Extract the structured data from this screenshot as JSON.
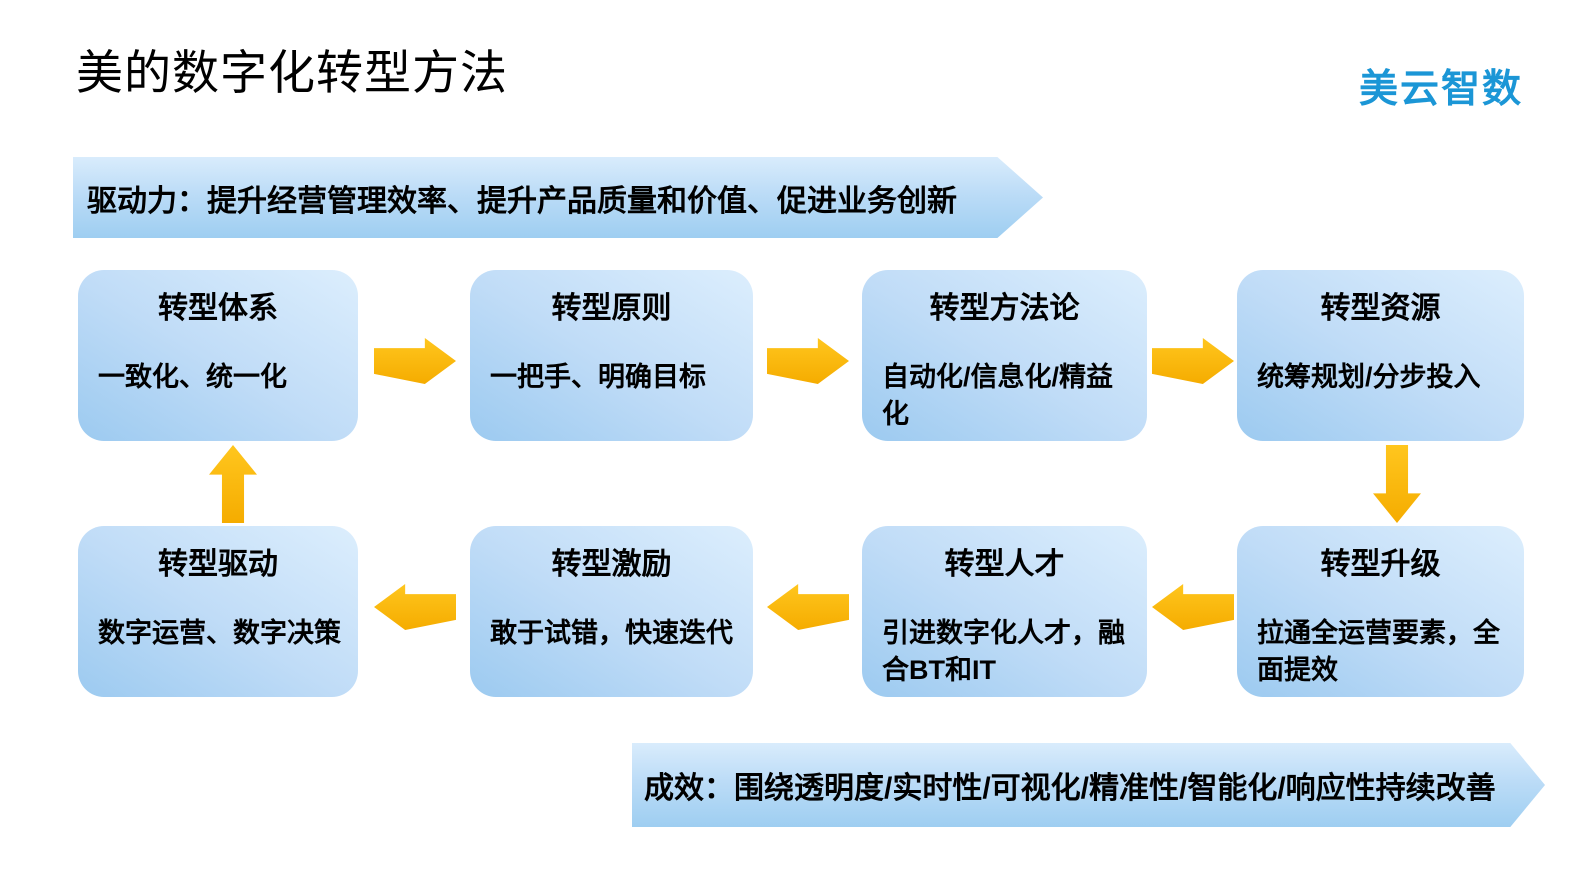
{
  "page": {
    "title": "美的数字化转型方法",
    "logo": "美云智数"
  },
  "top_banner": {
    "text": "驱动力：提升经营管理效率、提升产品质量和价值、促进业务创新"
  },
  "bottom_banner": {
    "text": "成效：围绕透明度/实时性/可视化/精准性/智能化/响应性持续改善"
  },
  "boxes": [
    {
      "title": "转型体系",
      "body": "一致化、统一化"
    },
    {
      "title": "转型原则",
      "body": "一把手、明确目标"
    },
    {
      "title": "转型方法论",
      "body": "自动化/信息化/精益化"
    },
    {
      "title": "转型资源",
      "body": "统筹规划/分步投入"
    },
    {
      "title": "转型升级",
      "body": "拉通全运营要素，全面提效"
    },
    {
      "title": "转型人才",
      "body": "引进数字化人才，融合BT和IT"
    },
    {
      "title": "转型激励",
      "body": "敢于试错，快速迭代"
    },
    {
      "title": "转型驱动",
      "body": "数字运营、数字决策"
    }
  ],
  "arrows": [
    "arrow-right",
    "arrow-right",
    "arrow-right",
    "arrow-down",
    "arrow-left",
    "arrow-left",
    "arrow-left",
    "arrow-up"
  ],
  "colors": {
    "logo_blue": "#1b96d6",
    "arrow_gold": "#ffc010",
    "box_blue_dark": "#9ccaf0",
    "box_blue_light": "#dceefd",
    "banner_blue_top": "#d9ecfc",
    "banner_blue_bottom": "#9ecef1",
    "text": "#000000",
    "background": "#ffffff"
  }
}
